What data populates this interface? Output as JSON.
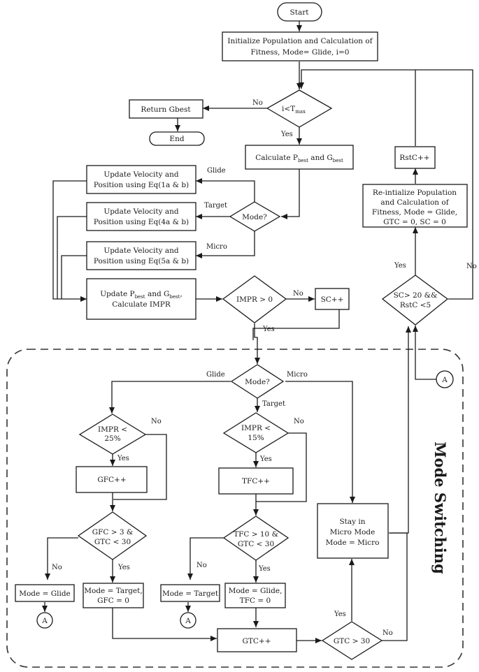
{
  "nodes": {
    "start": "Start",
    "init_1": "Initialize Population and Calculation of",
    "init_2": "Fitness, Mode= Glide, i=0",
    "loop_i": "i<T",
    "loop_sub": "max",
    "return": "Return Gbest",
    "end": "End",
    "calc_a": "Calculate P",
    "calc_sub_p": "best",
    "calc_b": " and G",
    "calc_sub_g": "best",
    "mode_q": "Mode?",
    "upd_g1": "Update Velocity and",
    "upd_g2": "Position using Eq(1a & b)",
    "upd_t1": "Update Velocity and",
    "upd_t2": "Position using Eq(4a & b)",
    "upd_m1": "Update Velocity and",
    "upd_m2": "Position using Eq(5a & b)",
    "upd_pg_a": "Update P",
    "upd_pg_sub_p": "best",
    "upd_pg_b": " and G",
    "upd_pg_sub_g": "best",
    "upd_pg_c": ",",
    "upd_pg_2": "Calculate IMPR",
    "impr0": "IMPR > 0",
    "sc": "SC++",
    "rstc": "RstC++",
    "reinit_1": "Re-intialize Population",
    "reinit_2": "and Calculation of",
    "reinit_3": "Fitness, Mode = Glide,",
    "reinit_4": "GTC = 0, SC = 0",
    "sc_q1": "SC> 20 &&",
    "sc_q2": "RstC <5",
    "conn_a": "A",
    "ms_mode_q": "Mode?",
    "impr25_1": "IMPR <",
    "impr25_2": "25%",
    "impr15_1": "IMPR <",
    "impr15_2": "15%",
    "gfc": "GFC++",
    "tfc": "TFC++",
    "gfc_q1": "GFC > 3 &",
    "gfc_q2": "GTC < 30",
    "tfc_q1": "TFC > 10 &",
    "tfc_q2": "GTC < 30",
    "stay_1": "Stay in",
    "stay_2": "Micro Mode",
    "stay_3": "Mode = Micro",
    "mode_glide": "Mode = Glide",
    "mode_target_1": "Mode = Target,",
    "mode_target_2": "GFC = 0",
    "mode_target_only": "Mode = Target",
    "mode_glide_tfc_1": "Mode = Glide,",
    "mode_glide_tfc_2": "TFC = 0",
    "gtc": "GTC++",
    "gtc_q": "GTC > 30",
    "section_title": "Mode Switching"
  },
  "edge_labels": {
    "no": "No",
    "yes": "Yes",
    "glide": "Glide",
    "target": "Target",
    "micro": "Micro"
  }
}
